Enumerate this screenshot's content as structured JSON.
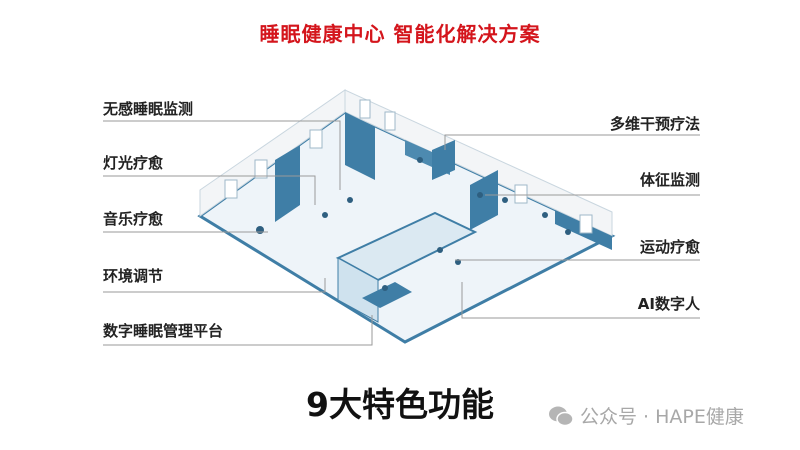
{
  "title": "睡眠健康中心  智能化解决方案",
  "left_features": [
    "无感睡眠监测",
    "灯光疗愈",
    "音乐疗愈",
    "环境调节",
    "数字睡眠管理平台"
  ],
  "right_features": [
    "多维干预疗法",
    "体征监测",
    "运动疗愈",
    "AI数字人"
  ],
  "subtitle": "9大特色功能",
  "watermark": "公众号 · HAPE健康",
  "colors": {
    "title": "#d4151c",
    "wall": "#3f7ea6",
    "line": "#9a9a9a"
  }
}
